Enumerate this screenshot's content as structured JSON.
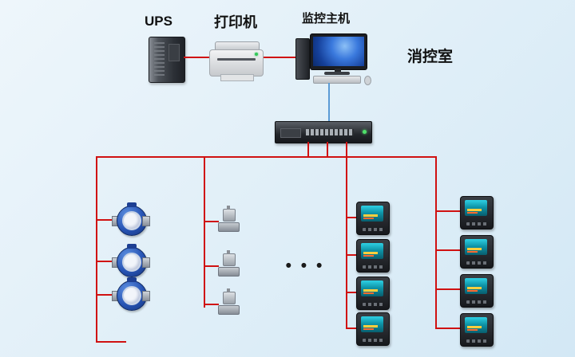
{
  "labels": {
    "ups": "UPS",
    "printer": "打印机",
    "monitor_host": "监控主机",
    "control_room": "消控室",
    "ellipsis": "• • •"
  },
  "colors": {
    "bg_start": "#eef6fb",
    "bg_end": "#d3e8f5",
    "connector_red": "#d01111",
    "connector_blue": "#5b9bd5"
  },
  "icons": {
    "ups_device": "ups-tower-icon",
    "printer_device": "laser-printer-icon",
    "monitor_host_device": "desktop-computer-icon",
    "collector_device": "rack-data-collector-icon",
    "water_meter": "water-meter-icon",
    "valve": "valve-actuator-icon",
    "power_meter": "digital-power-meter-icon"
  },
  "device_counts": {
    "water_meters": 3,
    "valves": 3,
    "power_meters_left_column": 4,
    "power_meters_right_column": 4
  }
}
